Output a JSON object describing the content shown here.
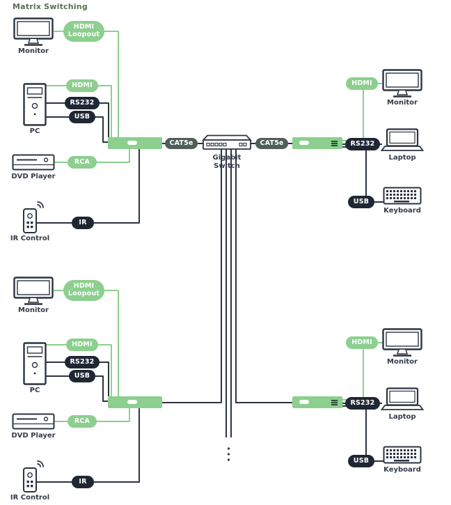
{
  "title": "Matrix Switching",
  "colors": {
    "accent_green": "#8ccf8e",
    "dark_pill": "#1f2733",
    "cat5e_pill": "#4e5f57",
    "dark_line": "#2b3340",
    "label_text": "#333b49",
    "title_text": "#5d6e52"
  },
  "pills": {
    "hdmi_loopout": "HDMI\nLoopout",
    "hdmi": "HDMI",
    "rs232": "RS232",
    "usb": "USB",
    "rca": "RCA",
    "ir": "IR",
    "cat5e": "CAT5e"
  },
  "labels": {
    "monitor": "Monitor",
    "pc": "PC",
    "dvd_player": "DVD Player",
    "ir_control": "IR Control",
    "gigabit_switch": "Gigabit\nSwitch",
    "laptop": "Laptop",
    "keyboard": "Keyboard"
  }
}
